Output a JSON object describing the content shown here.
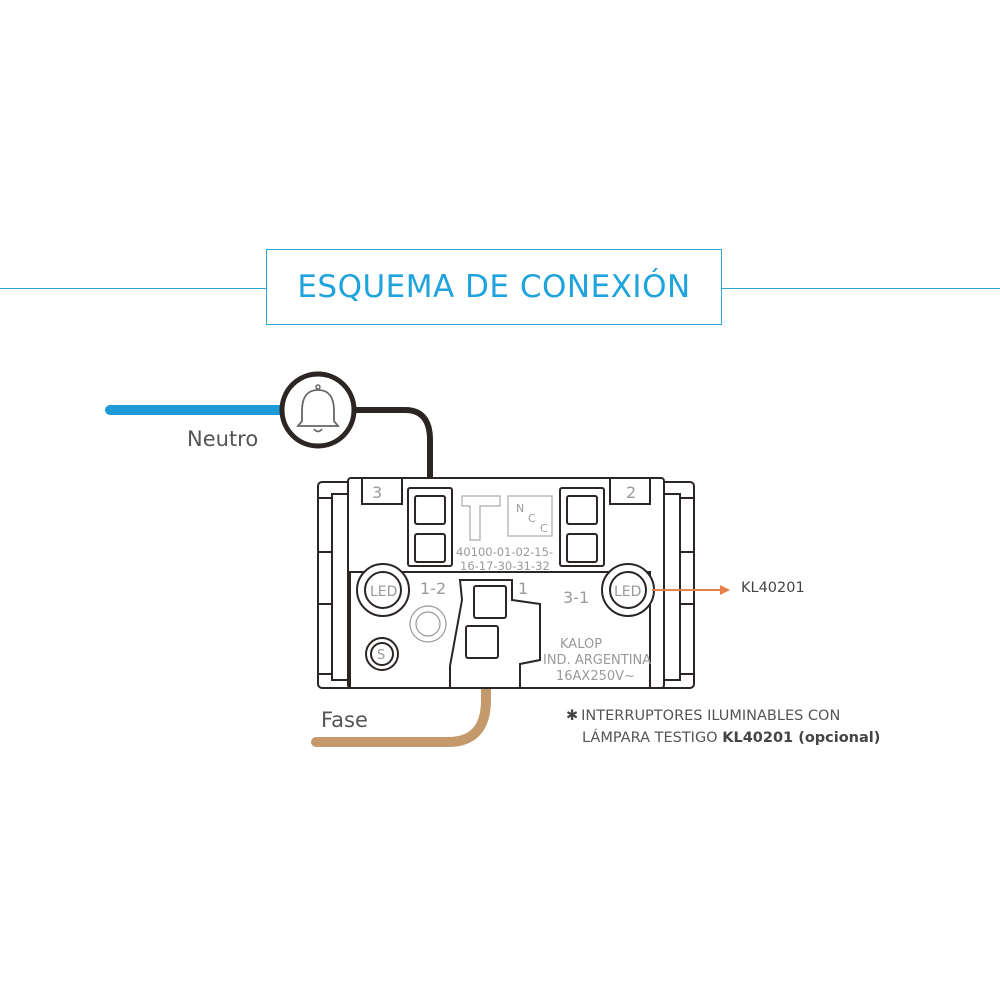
{
  "title": "ESQUEMA DE CONEXIÓN",
  "wires": {
    "neutral_label": "Neutro",
    "phase_label": "Fase",
    "neutral_color": "#1e9ad6",
    "phase_color": "#c49a6c",
    "load_wire_color": "#2b2523"
  },
  "load": {
    "icon": "bell-icon"
  },
  "device": {
    "terminal_left": "3",
    "terminal_right": "2",
    "code_line1": "40100-01-02-15-",
    "code_line2": "16-17-30-31-32",
    "label_12": "1-2",
    "label_31": "3-1",
    "label_1": "1",
    "led_left": "LED",
    "led_right": "LED",
    "brand": "KALOP",
    "origin": "IND. ARGENTINA",
    "rating": "16AX250V~",
    "ncc_n": "N",
    "ncc_c1": "C",
    "ncc_c2": "C",
    "s_mark": "S"
  },
  "callout": {
    "label": "KL40201",
    "arrow_color": "#e8804a"
  },
  "note": {
    "asterisk": "✱",
    "line1": "INTERRUPTORES ILUMINABLES CON",
    "line2_prefix": "LÁMPARA TESTIGO ",
    "line2_bold": "KL40201 (opcional)"
  },
  "accent_color": "#2aa7dc"
}
